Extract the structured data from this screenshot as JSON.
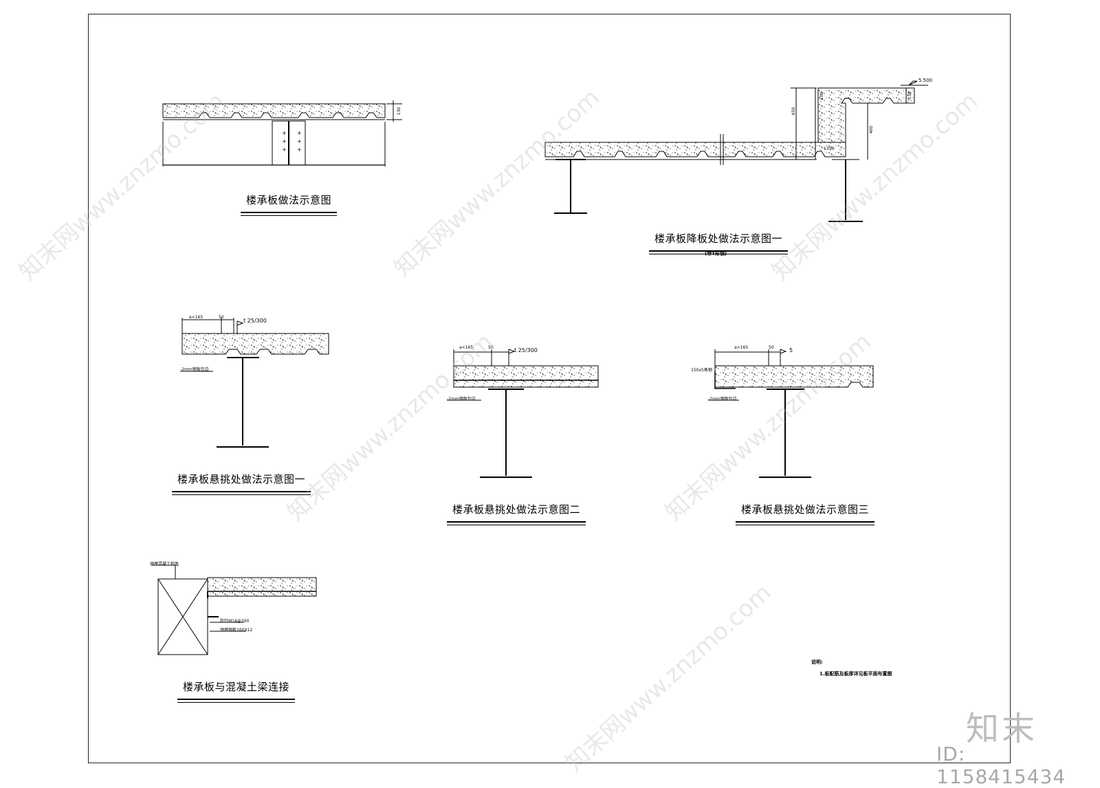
{
  "titles": {
    "t1": "楼承板做法示意图",
    "t2": "楼承板降板处做法示意图一",
    "t2_sub": "(带T形钢)",
    "t3": "楼承板悬挑处做法示意图一",
    "t4": "楼承板悬挑处做法示意图二",
    "t5": "楼承板悬挑处做法示意图三",
    "t6": "楼承板与混凝土梁连接"
  },
  "dimensions": {
    "d130": "130",
    "d650": "650",
    "d100": "100",
    "d150": "150",
    "d400": "400",
    "d1350": "1350",
    "elev": "5.500",
    "a1": "a<165",
    "a2": "a<165",
    "a3": "a>165",
    "d50a": "50",
    "d50b": "50",
    "d50c": "50",
    "weld1": "t 25/300",
    "weld2": "t 25/300",
    "weld3": "5",
    "plate1": "-2mm钢板包边",
    "plate2": "-2mm钢板包边",
    "plate3": "-2mm钢板包边",
    "angle": "150x5角钢",
    "embed": "预埋混凝土构件",
    "bolt": "栓钉M14@200",
    "embedplate": "预埋钢板160X12"
  },
  "notes": {
    "heading": "说明:",
    "line1": "1.板配筋及板厚详见板平面布置图"
  },
  "watermark": {
    "logo": "知末",
    "id": "ID: 1158415434",
    "diag": "知末网www.znzmo.com"
  }
}
